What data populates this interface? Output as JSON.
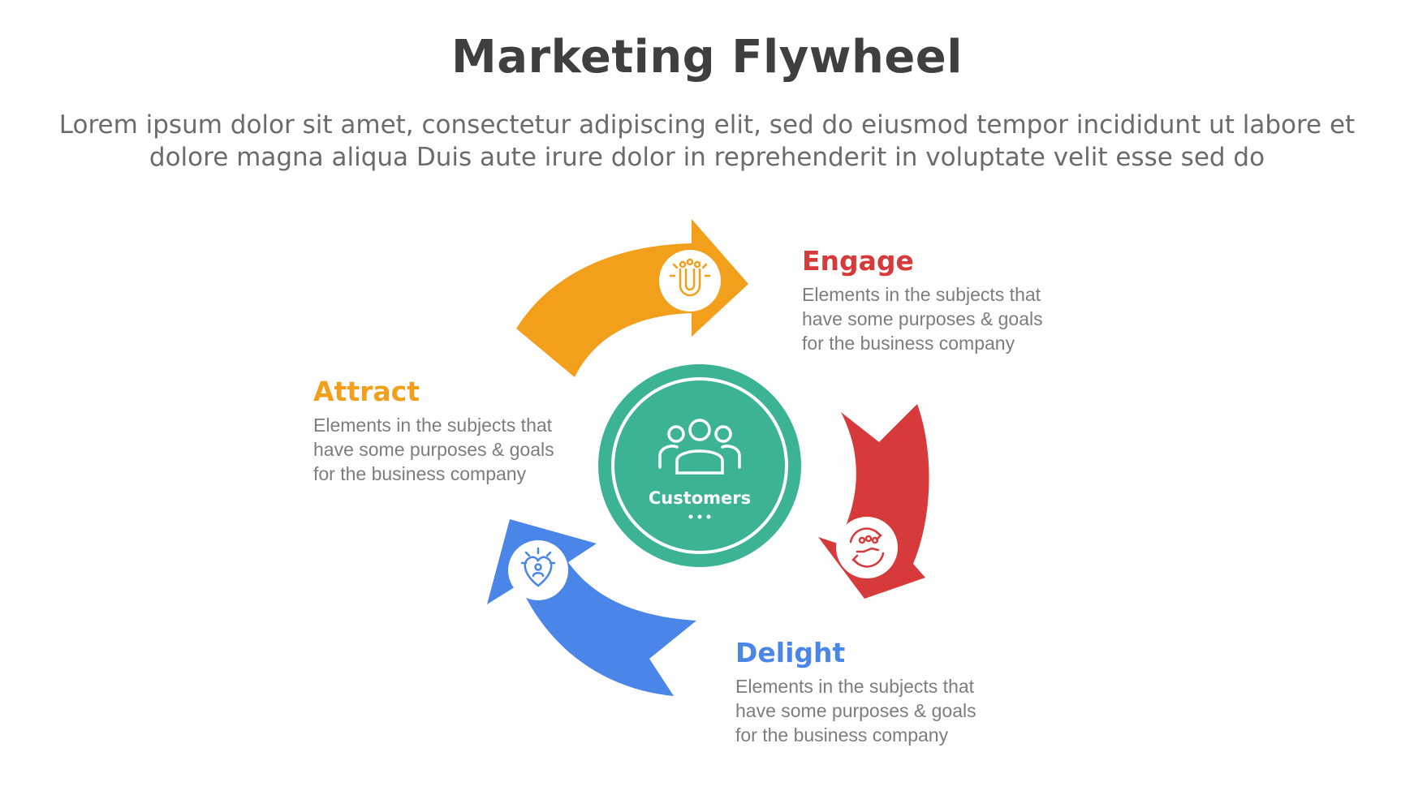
{
  "header": {
    "title": "Marketing Flywheel",
    "subtitle": "Lorem ipsum dolor sit amet, consectetur adipiscing elit, sed do eiusmod tempor incididunt ut labore et dolore magna aliqua Duis aute irure dolor in reprehenderit in voluptate velit esse sed do"
  },
  "hub": {
    "label": "Customers",
    "icon": "people-group-icon",
    "color": "#3db395"
  },
  "stages": [
    {
      "title": "Engage",
      "description": "Elements in the subjects that\nhave  some purposes & goals\nfor the  business company",
      "color": "#f29f1c",
      "title_color": "#d63a3a",
      "icon": "magnet-people-icon"
    },
    {
      "title": "Attract",
      "description": "Elements in the subjects that\nhave  some purposes & goals\nfor the  business company",
      "color": "#4a86e8",
      "title_color": "#f29f1c",
      "icon": "heart-user-icon"
    },
    {
      "title": "Delight",
      "description": "Elements in the subjects that\nhave  some purposes & goals\nfor the  business company",
      "color": "#d63a3a",
      "title_color": "#4a86e8",
      "icon": "hand-cycle-icon"
    }
  ]
}
